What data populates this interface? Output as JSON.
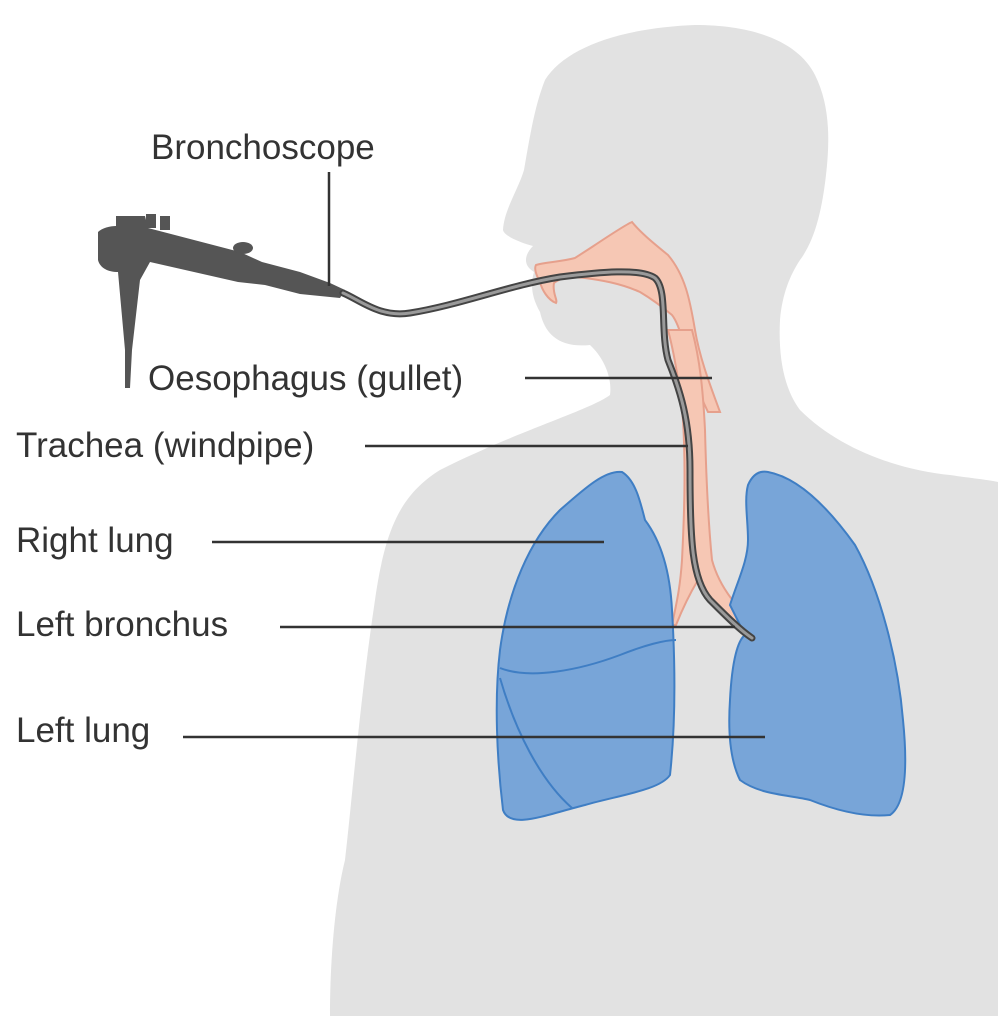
{
  "labels": {
    "bronchoscope": "Bronchoscope",
    "oesophagus": "Oesophagus (gullet)",
    "trachea": "Trachea (windpipe)",
    "right_lung": "Right lung",
    "left_bronchus": "Left bronchus",
    "left_lung": "Left lung"
  },
  "colors": {
    "background": "#ffffff",
    "body_silhouette": "#e2e2e2",
    "airway_tissue": "#f6c7b4",
    "airway_outline": "#e6a08c",
    "lung_fill": "#78a5d8",
    "lung_outline": "#3f7ec4",
    "scope_body": "#555555",
    "scope_tube": "#7a7a7a",
    "scope_tip_glow": "#fbe48a",
    "leader_line": "#333333",
    "label_text": "#333333"
  }
}
